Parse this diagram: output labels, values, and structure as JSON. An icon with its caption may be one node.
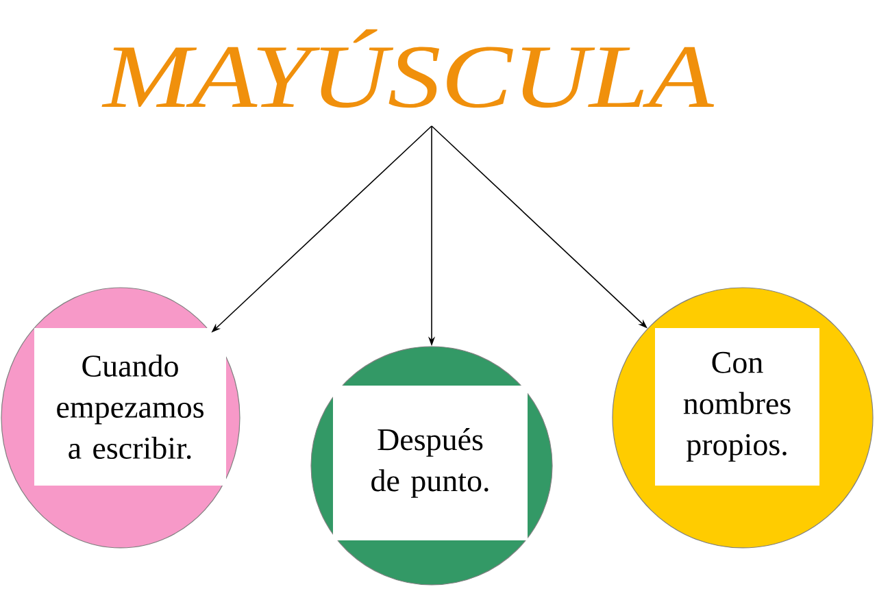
{
  "diagram": {
    "nodes": [
      {
        "text": [
          "MAYÚSCULA"
        ]
      },
      {
        "text": [
          "Cuando empezamos a escribir."
        ]
      },
      {
        "text": [
          "Después de punto."
        ]
      },
      {
        "text": [
          "Con nombres propios."
        ]
      }
    ],
    "edges": [
      {
        "from": 0,
        "to": 1,
        "arrow": "to"
      },
      {
        "from": 0,
        "to": 2,
        "arrow": "to"
      },
      {
        "from": 0,
        "to": 3,
        "arrow": "to"
      }
    ]
  }
}
